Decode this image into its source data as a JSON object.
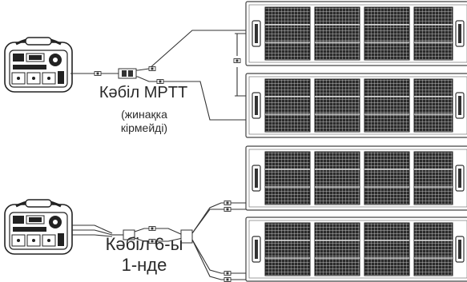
{
  "labels": {
    "mptt_cable": "Кәбіл MPTT",
    "mptt_note_line1": "(жинақка",
    "mptt_note_line2": "кірмейді)",
    "six_to_one_line1": "Кәбіл 6-ы",
    "six_to_one_line2": "1-нде"
  },
  "colors": {
    "line": "#333333",
    "panel_fill": "#2b2b2b",
    "panel_grid": "#e6e6e6",
    "frame": "#444444",
    "background": "#ffffff"
  },
  "icons": {
    "power_station": "portable-power-station-icon",
    "solar_panel": "folding-solar-panel-icon",
    "connector": "mc4-connector-icon"
  }
}
